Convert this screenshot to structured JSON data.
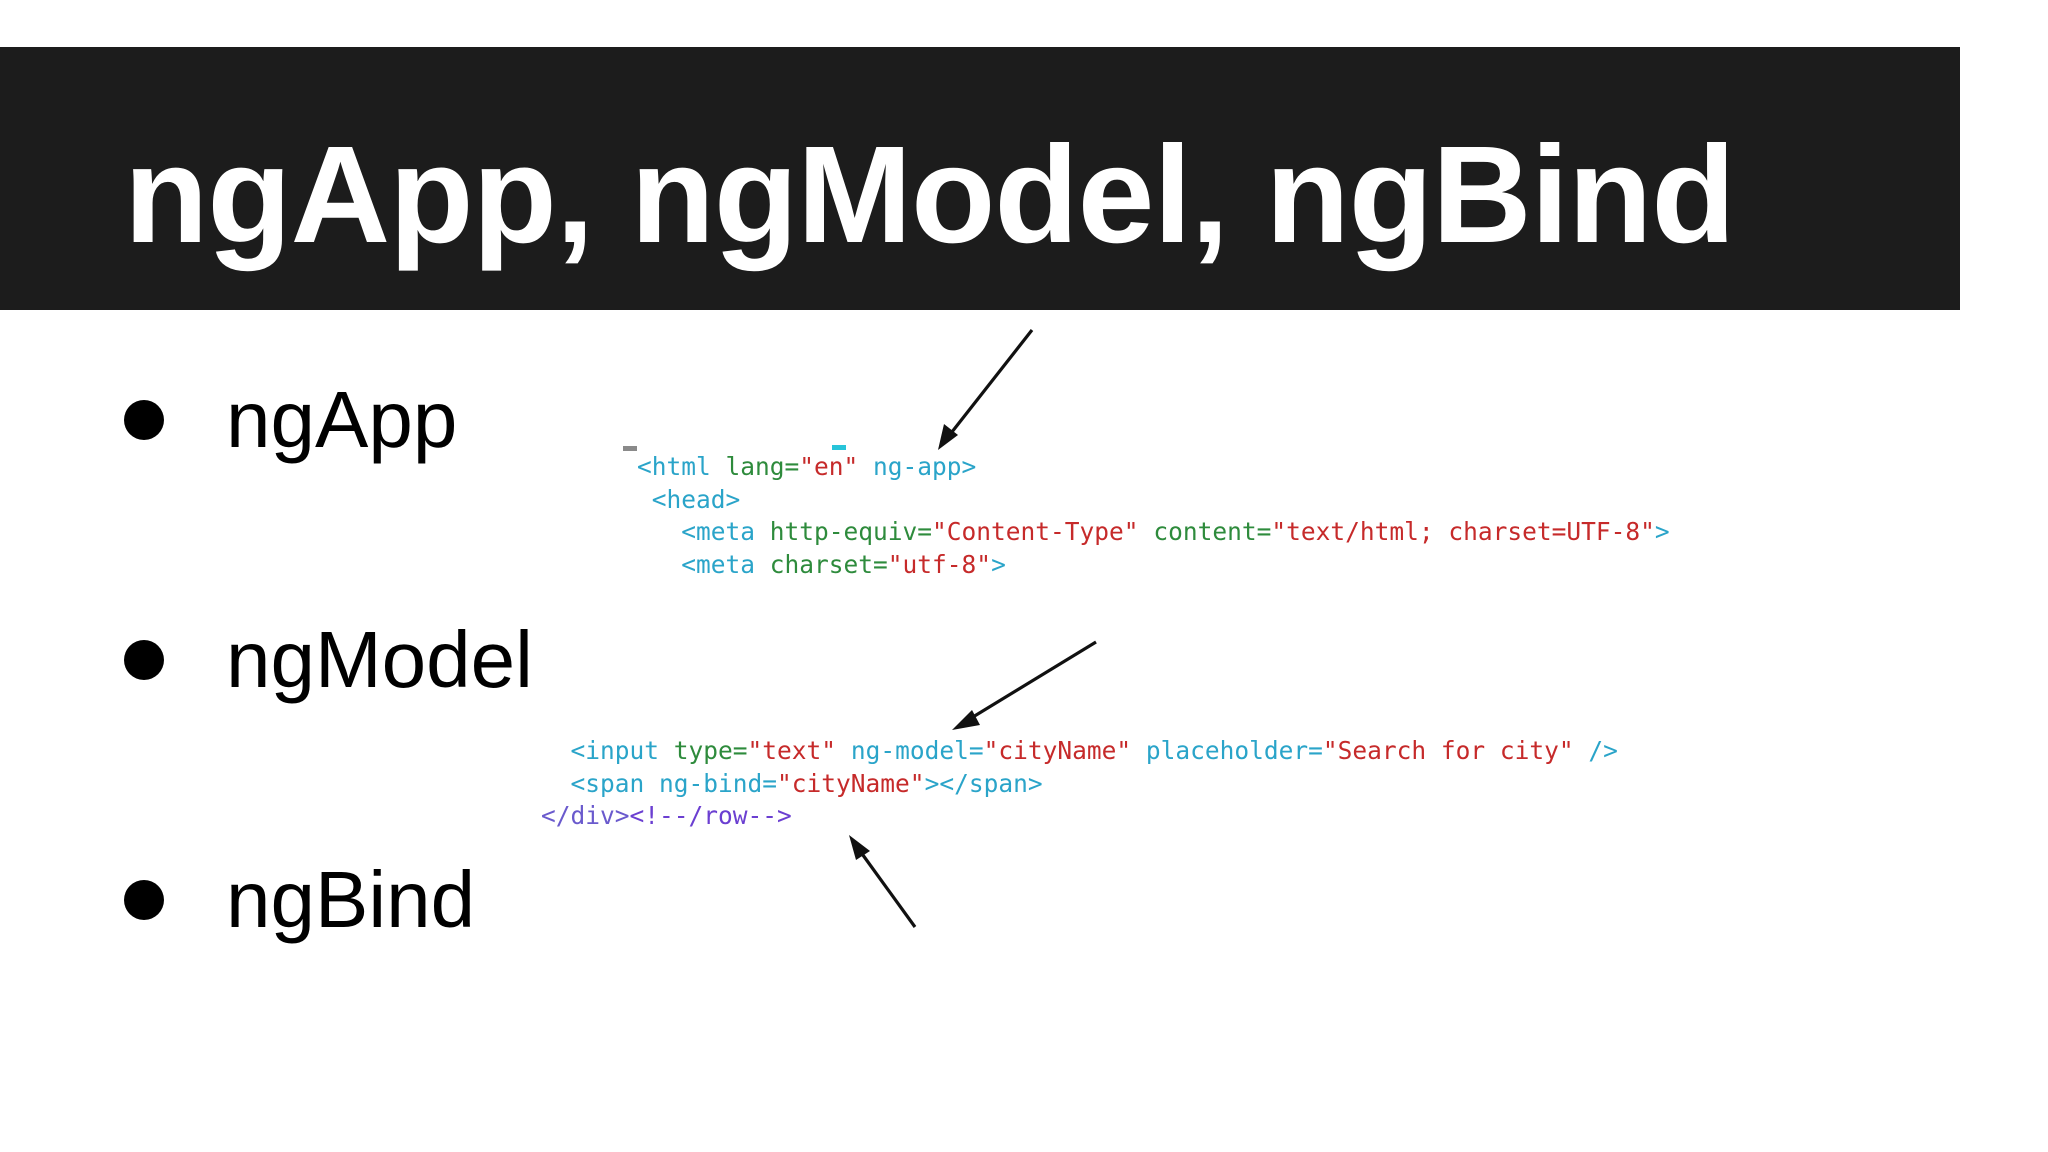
{
  "slide": {
    "title": "ngApp, ngModel, ngBind",
    "bullets": [
      {
        "label": "ngApp"
      },
      {
        "label": "ngModel"
      },
      {
        "label": "ngBind"
      }
    ]
  },
  "code_snippet_1": {
    "lines": [
      {
        "indent": "",
        "tokens": [
          {
            "type": "tag",
            "text": "<html "
          },
          {
            "type": "attr",
            "text": "lang="
          },
          {
            "type": "str",
            "text": "\"en\" "
          },
          {
            "type": "tag",
            "text": "ng-app>"
          }
        ]
      },
      {
        "indent": " ",
        "tokens": [
          {
            "type": "tag",
            "text": "<head>"
          }
        ]
      },
      {
        "indent": "   ",
        "tokens": [
          {
            "type": "tag",
            "text": "<meta "
          },
          {
            "type": "attr",
            "text": "http-equiv="
          },
          {
            "type": "str",
            "text": "\"Content-Type\" "
          },
          {
            "type": "attr",
            "text": "content="
          },
          {
            "type": "str",
            "text": "\"text/html; charset=UTF-8\""
          },
          {
            "type": "tag",
            "text": ">"
          }
        ]
      },
      {
        "indent": "   ",
        "tokens": [
          {
            "type": "tag",
            "text": "<meta "
          },
          {
            "type": "attr",
            "text": "charset="
          },
          {
            "type": "str",
            "text": "\"utf-8\""
          },
          {
            "type": "tag",
            "text": ">"
          }
        ]
      }
    ]
  },
  "code_snippet_2": {
    "lines": [
      {
        "indent": "  ",
        "tokens": [
          {
            "type": "tag",
            "text": "<input "
          },
          {
            "type": "attr",
            "text": "type="
          },
          {
            "type": "str",
            "text": "\"text\" "
          },
          {
            "type": "tag",
            "text": "ng-model="
          },
          {
            "type": "str",
            "text": "\"cityName\" "
          },
          {
            "type": "tag",
            "text": "placeholder="
          },
          {
            "type": "str",
            "text": "\"Search for city\" "
          },
          {
            "type": "tag",
            "text": "/>"
          }
        ]
      },
      {
        "indent": "  ",
        "tokens": [
          {
            "type": "tag",
            "text": "<span "
          },
          {
            "type": "tag",
            "text": "ng-bind="
          },
          {
            "type": "str",
            "text": "\"cityName\""
          },
          {
            "type": "tag",
            "text": "></span>"
          }
        ]
      },
      {
        "indent": "",
        "tokens": [
          {
            "type": "close",
            "text": "</div>"
          },
          {
            "type": "comment",
            "text": "<!--/row-->"
          }
        ]
      }
    ]
  },
  "colors": {
    "title_bar": "#1c1c1c",
    "title_text": "#ffffff",
    "body_text": "#000000",
    "code_tag": "#2aa4c9",
    "code_attr": "#2e8b3c",
    "code_string": "#c62a2a",
    "code_close": "#6a5acd",
    "code_comment": "#6b3fd1",
    "arrow": "#111111"
  }
}
